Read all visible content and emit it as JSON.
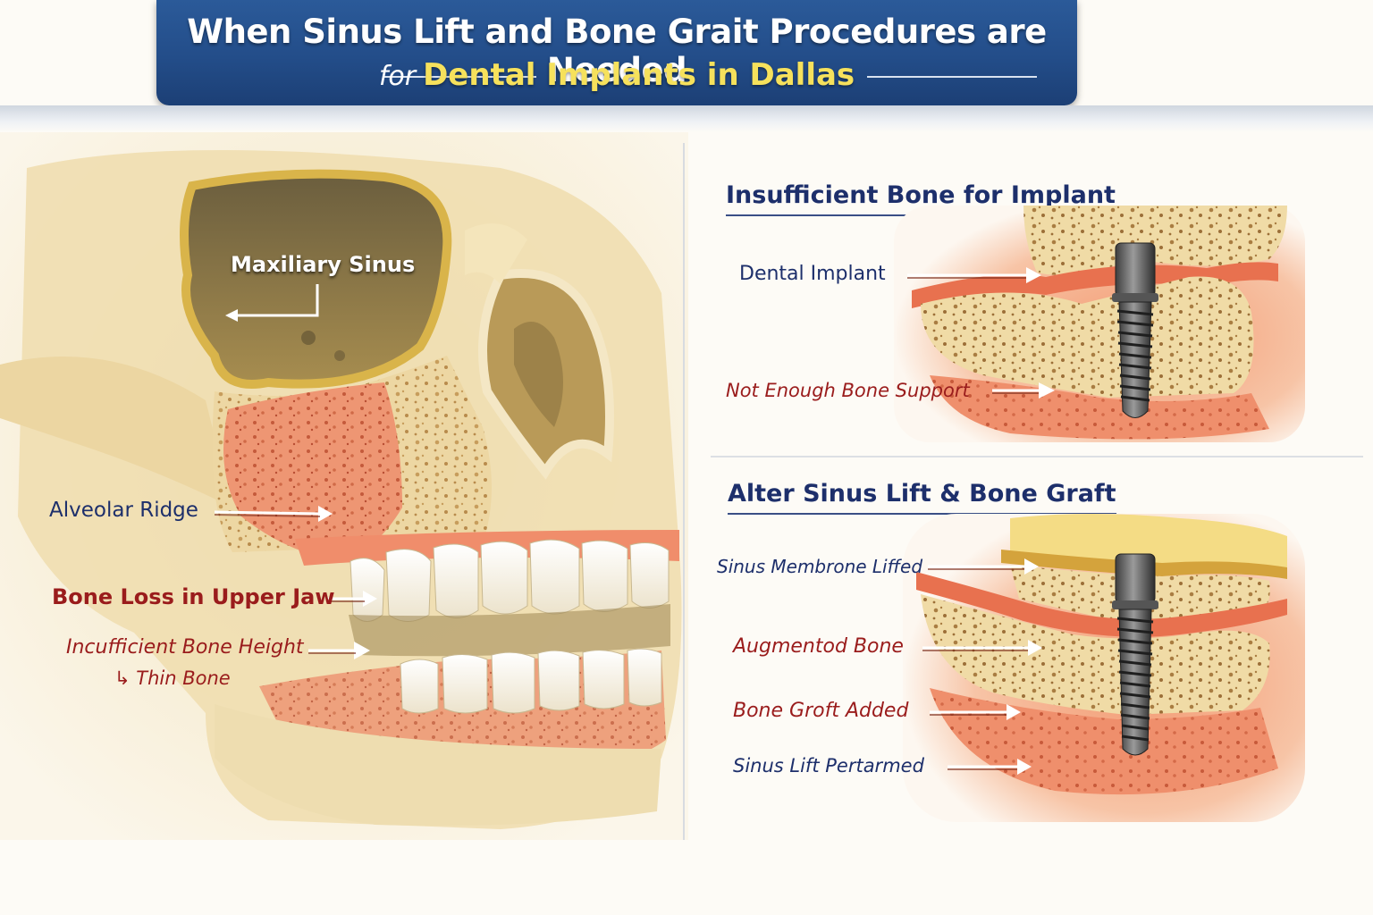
{
  "header": {
    "title": "When Sinus Lift and Bone Grait Procedures are Needed",
    "subtitle_for": "for",
    "subtitle_main": "Dental Implants in Dallas"
  },
  "left_panel": {
    "labels": {
      "maxillary_sinus": "Maxiliary Sinus",
      "alveolar_ridge": "Alveolar Ridge",
      "bone_loss": "Bone Loss in Upper Jaw",
      "insufficient_height": "Incufficient Bone Height",
      "thin_bone": "Thin Bone"
    }
  },
  "top_right_panel": {
    "title": "Insufficient Bone for Implant",
    "labels": {
      "dental_implant": "Dental Implant",
      "not_enough": "Not Enough Bone Support"
    }
  },
  "bottom_right_panel": {
    "title": "Alter Sinus Lift & Bone Graft",
    "labels": {
      "membrane": "Sinus Membrone Liffed",
      "augmented": "Augmentod Bone",
      "graft": "Bone Groft Added",
      "lift": "Sinus Lift Pertarmed"
    }
  },
  "colors": {
    "navy": "#1d2f6b",
    "dark_red": "#9a1c1c",
    "banner_blue": "#234d89",
    "accent_yellow": "#f6e15c",
    "bone": "#efdcaa",
    "tissue": "#e8734f"
  }
}
